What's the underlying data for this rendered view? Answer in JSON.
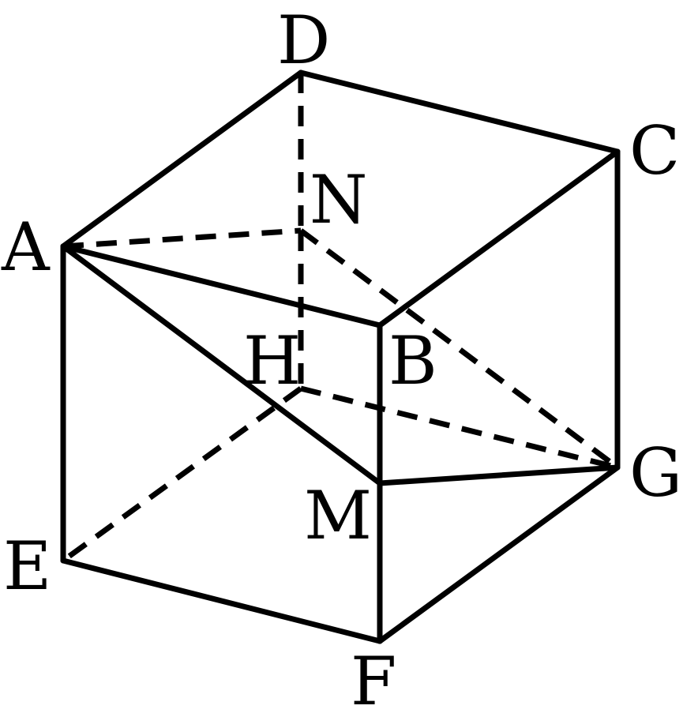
{
  "figure": {
    "vertices": {
      "A": "A",
      "B": "B",
      "C": "C",
      "D": "D",
      "E": "E",
      "F": "F",
      "G": "G",
      "H": "H",
      "M": "M",
      "N": "N"
    },
    "solid_edges": [
      "A-D",
      "D-C",
      "A-B",
      "B-C",
      "C-G",
      "A-E",
      "E-F",
      "B-F",
      "F-G",
      "A-M",
      "M-G"
    ],
    "dashed_edges": [
      "D-N",
      "N-H",
      "H-E",
      "A-N",
      "N-G",
      "H-G"
    ],
    "line_color": "#000000"
  }
}
